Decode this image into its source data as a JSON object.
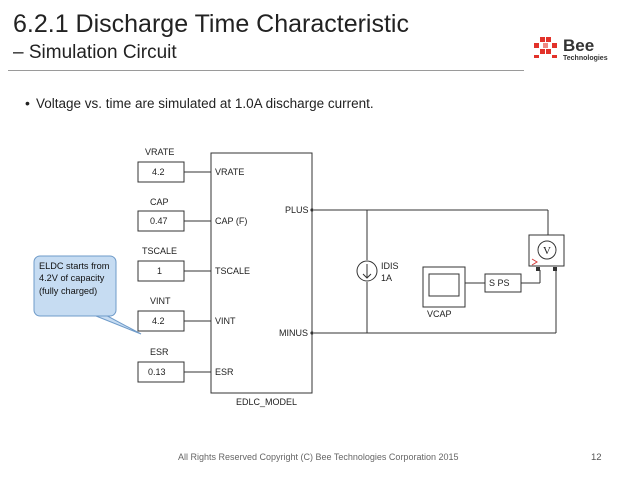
{
  "slide": {
    "title": "6.2.1 Discharge Time Characteristic",
    "subtitle": "– Simulation Circuit",
    "bullet_marker": "•",
    "bullet": "Voltage vs. time are simulated at 1.0A discharge current.",
    "logo_word": "Bee",
    "logo_sub": "Technologies",
    "footer": "All Rights Reserved Copyright (C) Bee Technologies Corporation 2015",
    "page_number": "12"
  },
  "circuit": {
    "params": [
      {
        "name": "VRATE",
        "value": "4.2",
        "port": "VRATE"
      },
      {
        "name": "CAP",
        "value": "0.47",
        "port": "CAP (F)"
      },
      {
        "name": "TSCALE",
        "value": "1",
        "port": "TSCALE"
      },
      {
        "name": "VINT",
        "value": "4.2",
        "port": "VINT"
      },
      {
        "name": "ESR",
        "value": "0.13",
        "port": "ESR"
      }
    ],
    "model_name": "EDLC_MODEL",
    "plus_label": "PLUS",
    "minus_label": "MINUS",
    "source_label": "IDIS",
    "source_value": "1A",
    "scope_label": "VCAP",
    "sps_label": "S PS",
    "voltmeter_symbol": "V",
    "callout": "ELDC starts from 4.2V of capacity (fully charged)"
  },
  "colors": {
    "callout_fill": "#c6dcf2",
    "callout_border": "#6f9bc9",
    "logo_red": "#e2322a"
  }
}
